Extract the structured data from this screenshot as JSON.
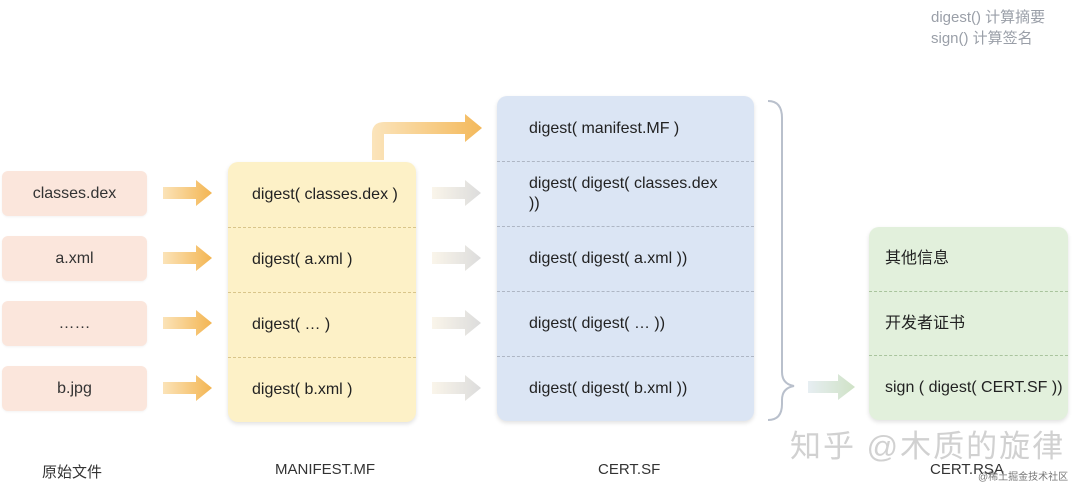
{
  "legend": {
    "digest": "digest() 计算摘要",
    "sign": "sign() 计算签名"
  },
  "files": [
    "classes.dex",
    "a.xml",
    "……",
    "b.jpg"
  ],
  "manifest": {
    "rows": [
      "digest( classes.dex )",
      "digest( a.xml )",
      "digest( … )",
      "digest( b.xml )"
    ]
  },
  "cert_sf": {
    "rows": [
      "digest( manifest.MF )",
      "digest( digest( classes.dex ))",
      "digest( digest( a.xml ))",
      "digest( digest( … ))",
      "digest( digest( b.xml ))"
    ]
  },
  "cert_rsa": {
    "rows": [
      "其他信息",
      "开发者证书",
      "sign ( digest( CERT.SF ))"
    ]
  },
  "labels": {
    "files": "原始文件",
    "manifest": "MANIFEST.MF",
    "cert_sf": "CERT.SF",
    "cert_rsa": "CERT.RSA"
  },
  "watermark": {
    "main": "知乎 @木质的旋律",
    "sub": "@稀土掘金技术社区"
  },
  "colors": {
    "file_bg": "#fbe6dc",
    "manifest_bg": "#fdf1c7",
    "cert_sf_bg": "#dbe5f4",
    "cert_rsa_bg": "#e2f0dc",
    "arrow_orange": "#f6c16a",
    "arrow_grey": "#e3e3e3",
    "arrow_green": "#d6e7cf"
  }
}
